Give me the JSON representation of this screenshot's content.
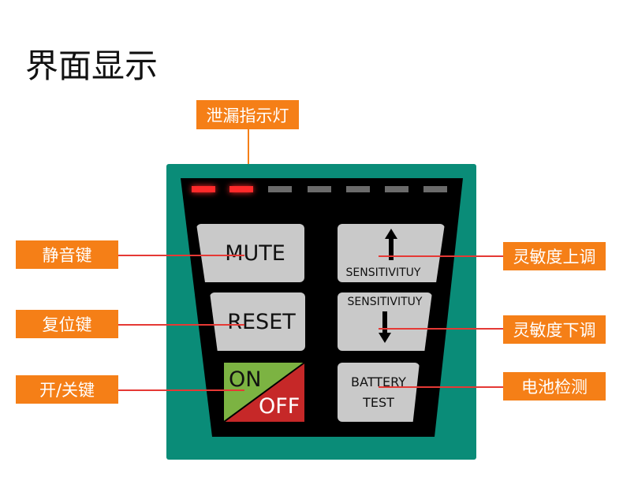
{
  "title": "界面显示",
  "callouts": {
    "leak_indicator": "泄漏指示灯",
    "mute": "静音键",
    "reset": "复位键",
    "onoff": "开/关键",
    "sens_up": "灵敏度上调",
    "sens_down": "灵敏度下调",
    "battery": "电池检测"
  },
  "buttons": {
    "mute": "MUTE",
    "reset": "RESET",
    "on": "ON",
    "off": "OFF",
    "sens_up": "SENSITIVITUY",
    "sens_down": "SENSITIVITUY",
    "battery_line1": "BATTERY",
    "battery_line2": "TEST"
  },
  "leds": [
    {
      "state": "on"
    },
    {
      "state": "on"
    },
    {
      "state": "off"
    },
    {
      "state": "off"
    },
    {
      "state": "off"
    },
    {
      "state": "off"
    },
    {
      "state": "off"
    }
  ],
  "colors": {
    "accent": "#f57f17",
    "panel": "#0a8c78",
    "led_on": "#ff2a2a",
    "led_off": "#6b6b6b",
    "on_green": "#7cb342",
    "off_red": "#c62828"
  }
}
